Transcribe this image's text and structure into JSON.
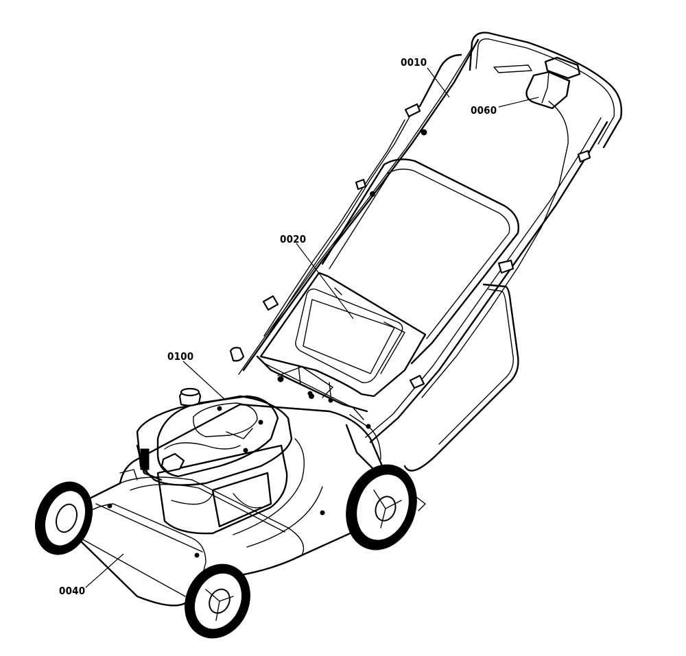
{
  "callouts": [
    {
      "id": "0010",
      "label": "0010",
      "part": "handle-assembly"
    },
    {
      "id": "0060",
      "label": "0060",
      "part": "handle-control-box"
    },
    {
      "id": "0020",
      "label": "0020",
      "part": "grass-catcher-bag"
    },
    {
      "id": "0100",
      "label": "0100",
      "part": "engine"
    },
    {
      "id": "0040",
      "label": "0040",
      "part": "mower-deck"
    }
  ]
}
